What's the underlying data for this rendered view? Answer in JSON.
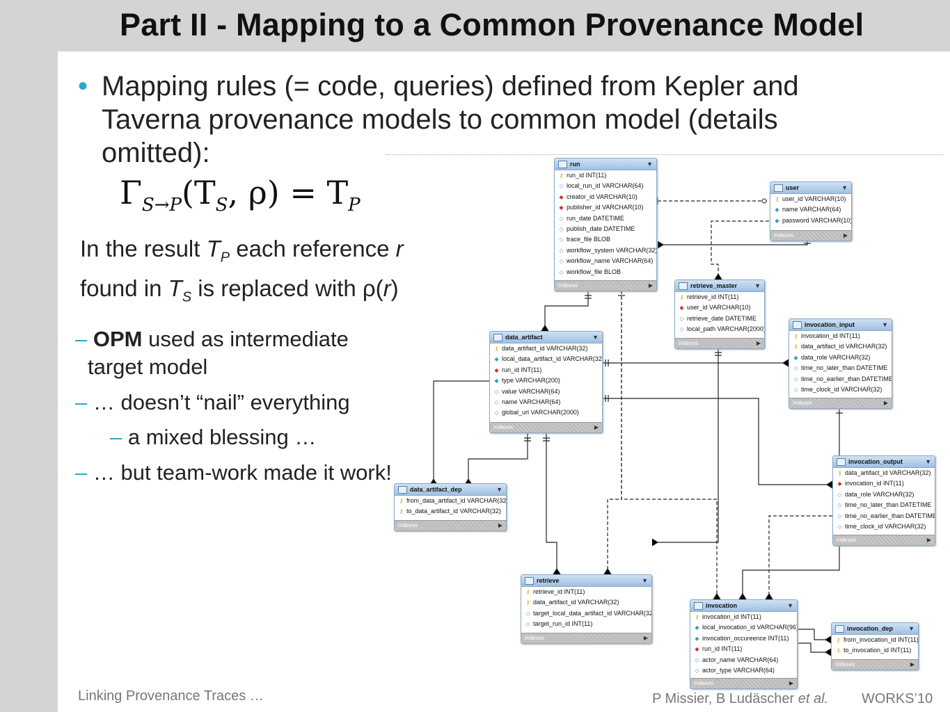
{
  "title": "Part II - Mapping to a Common Provenance Model",
  "bullet": "Mapping rules (= code, queries) defined from Kepler and Taverna provenance models to common model (details omitted):",
  "bullet_mark": "•",
  "formula": {
    "gamma": "Γ",
    "sub": "S→P",
    "args": "(T",
    "s1": "S",
    "rest": ", ρ) = T",
    "s2": "P"
  },
  "note": {
    "l1a": "In the result ",
    "l1b": "T",
    "l1c": "P",
    "l1d": " each reference ",
    "l1e": "r",
    "l2a": "found in ",
    "l2b": "T",
    "l2c": "S",
    "l2d": " is replaced with ρ(",
    "l2e": "r",
    "l2f": ")"
  },
  "subs": [
    {
      "dash": "– ",
      "bold": "OPM",
      "text": " used as intermediate"
    },
    {
      "dash": "",
      "bold": "",
      "text": "target model"
    },
    {
      "dash": "– ",
      "bold": "",
      "text": "… doesn’t “nail” everything"
    },
    {
      "dash": "– ",
      "bold": "",
      "text": "a mixed blessing …"
    },
    {
      "dash": "– ",
      "bold": "",
      "text": "… but team-work made it work!"
    }
  ],
  "footer": {
    "left": "Linking Provenance Traces …",
    "authors": "P Missier, B Ludäscher ",
    "etal": "et al.",
    "venue": "WORKS’10"
  },
  "tables": [
    {
      "name": "run",
      "footer": "Indexes",
      "cols": [
        [
          "pk",
          "run_id INT(11)"
        ],
        [
          "col",
          "local_run_id VARCHAR(64)"
        ],
        [
          "fk",
          "creator_id VARCHAR(10)"
        ],
        [
          "fk",
          "publisher_id VARCHAR(10)"
        ],
        [
          "col",
          "run_date DATETIME"
        ],
        [
          "col",
          "publish_date DATETIME"
        ],
        [
          "col",
          "trace_file BLOB"
        ],
        [
          "col",
          "workflow_system VARCHAR(32)"
        ],
        [
          "col",
          "workflow_name VARCHAR(64)"
        ],
        [
          "col",
          "workflow_file BLOB"
        ]
      ]
    },
    {
      "name": "user",
      "footer": "Indexes",
      "cols": [
        [
          "pk",
          "user_id VARCHAR(10)"
        ],
        [
          "nn",
          "name VARCHAR(64)"
        ],
        [
          "nn",
          "password VARCHAR(10)"
        ]
      ]
    },
    {
      "name": "retrieve_master",
      "footer": "Indexes",
      "cols": [
        [
          "pk",
          "retrieve_id INT(11)"
        ],
        [
          "fk",
          "user_id VARCHAR(10)"
        ],
        [
          "col",
          "retrieve_date DATETIME"
        ],
        [
          "col",
          "local_path VARCHAR(2000)"
        ]
      ]
    },
    {
      "name": "data_artifact",
      "footer": "Indexes",
      "cols": [
        [
          "pk",
          "data_artifact_id VARCHAR(32)"
        ],
        [
          "nn",
          "local_data_artifact_id VARCHAR(32)"
        ],
        [
          "fk",
          "run_id INT(11)"
        ],
        [
          "nn",
          "type VARCHAR(200)"
        ],
        [
          "col",
          "value VARCHAR(64)"
        ],
        [
          "col",
          "name VARCHAR(64)"
        ],
        [
          "col",
          "global_url VARCHAR(2000)"
        ]
      ]
    },
    {
      "name": "invocation_input",
      "footer": "Indexes",
      "cols": [
        [
          "pk",
          "invocation_id INT(11)"
        ],
        [
          "pk",
          "data_artifact_id VARCHAR(32)"
        ],
        [
          "nn",
          "data_role VARCHAR(32)"
        ],
        [
          "col",
          "time_no_later_than DATETIME"
        ],
        [
          "col",
          "time_no_earlier_than DATETIME"
        ],
        [
          "col",
          "time_clock_id VARCHAR(32)"
        ]
      ]
    },
    {
      "name": "invocation_output",
      "footer": "Indexes",
      "cols": [
        [
          "pk",
          "data_artifact_id VARCHAR(32)"
        ],
        [
          "fk",
          "invocation_id INT(11)"
        ],
        [
          "col",
          "data_role VARCHAR(32)"
        ],
        [
          "col",
          "time_no_later_than DATETIME"
        ],
        [
          "col",
          "time_no_earlier_than DATETIME"
        ],
        [
          "col",
          "time_clock_id VARCHAR(32)"
        ]
      ]
    },
    {
      "name": "data_artifact_dep",
      "footer": "Indexes",
      "cols": [
        [
          "pk",
          "from_data_artifact_id VARCHAR(32)"
        ],
        [
          "pk",
          "to_data_artifact_id VARCHAR(32)"
        ]
      ]
    },
    {
      "name": "retrieve",
      "footer": "Indexes",
      "cols": [
        [
          "pk",
          "retrieve_id INT(11)"
        ],
        [
          "pk",
          "data_artifact_id VARCHAR(32)"
        ],
        [
          "col",
          "target_local_data_artifact_id VARCHAR(32)"
        ],
        [
          "col",
          "target_run_id INT(11)"
        ]
      ]
    },
    {
      "name": "invocation",
      "footer": "Indexes",
      "cols": [
        [
          "pk",
          "invocation_id INT(11)"
        ],
        [
          "nn",
          "local_invocation_id VARCHAR(96)"
        ],
        [
          "nn",
          "invocation_occureence INT(11)"
        ],
        [
          "fk",
          "run_id INT(11)"
        ],
        [
          "col",
          "actor_name VARCHAR(64)"
        ],
        [
          "col",
          "actor_type VARCHAR(64)"
        ]
      ]
    },
    {
      "name": "invocation_dep",
      "footer": "Indexes",
      "cols": [
        [
          "pk",
          "from_invocation_id INT(11)"
        ],
        [
          "pk",
          "to_invocation_id INT(11)"
        ]
      ]
    }
  ],
  "colors": {
    "bullet": "#2aa7c9",
    "header": "#9fc0e2",
    "bar": "#d4d4d4"
  }
}
